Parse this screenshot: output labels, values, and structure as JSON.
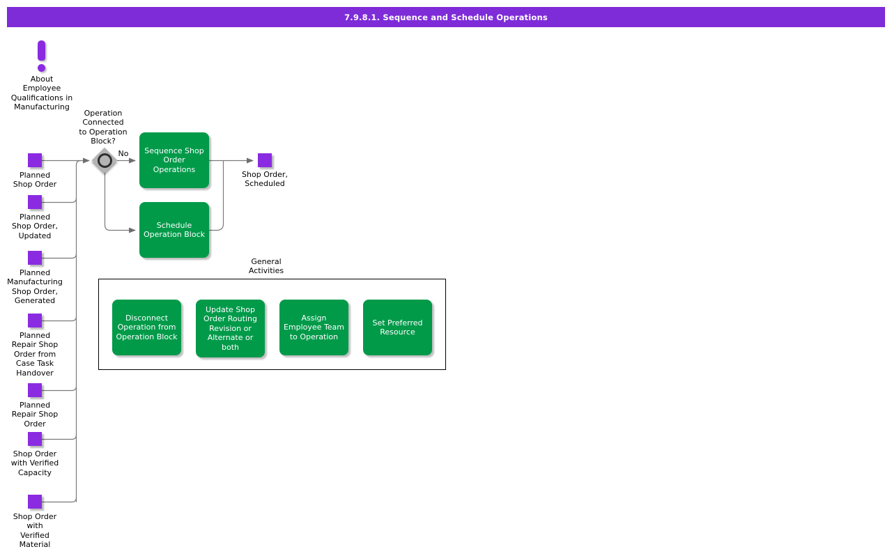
{
  "title_bar": {
    "text": "7.9.8.1. Sequence and Schedule Operations"
  },
  "colors": {
    "title_bar_purple": "#7E2BD8",
    "activity_green": "#009A49",
    "artifact_purple": "#8A2BE2",
    "connector_gray": "#7a7a7a",
    "gateway_gray": "#B4B4B4"
  },
  "icons": {
    "notice": "exclamation-icon",
    "gateway": "circle-ring-icon",
    "artifact": "purple-square-icon"
  },
  "notice": {
    "label": "About\nEmployee\nQualifications in\nManufacturing"
  },
  "decision": {
    "question": "Operation\nConnected\nto Operation\nBlock?",
    "no_label": "No"
  },
  "inputs": [
    {
      "label": "Planned\nShop Order"
    },
    {
      "label": "Planned\nShop Order,\nUpdated"
    },
    {
      "label": "Planned\nManufacturing\nShop Order,\nGenerated"
    },
    {
      "label": "Planned\nRepair Shop\nOrder from\nCase Task\nHandover"
    },
    {
      "label": "Planned\nRepair Shop\nOrder"
    },
    {
      "label": "Shop Order\nwith Verified\nCapacity"
    },
    {
      "label": "Shop Order\nwith\nVerified\nMaterial"
    }
  ],
  "tasks": [
    {
      "label": "Sequence Shop\nOrder\nOperations"
    },
    {
      "label": "Schedule\nOperation Block"
    }
  ],
  "output": {
    "label": "Shop Order,\nScheduled"
  },
  "general_activities": {
    "title": "General\nActivities",
    "tasks": [
      {
        "label": "Disconnect\nOperation from\nOperation Block"
      },
      {
        "label": "Update Shop\nOrder Routing\nRevision or\nAlternate or\nboth"
      },
      {
        "label": "Assign\nEmployee Team\nto Operation"
      },
      {
        "label": "Set Preferred\nResource"
      }
    ]
  }
}
